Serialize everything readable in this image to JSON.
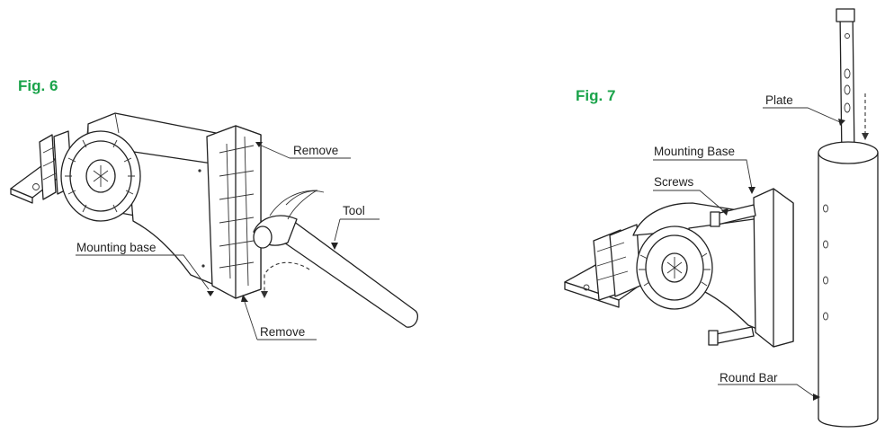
{
  "figures": {
    "fig6": {
      "title": "Fig. 6",
      "labels": {
        "remove_top": "Remove",
        "tool": "Tool",
        "mounting_base": "Mounting base",
        "remove_bottom": "Remove"
      }
    },
    "fig7": {
      "title": "Fig. 7",
      "labels": {
        "plate": "Plate",
        "mounting_base": "Mounting Base",
        "screws": "Screws",
        "round_bar": "Round Bar"
      }
    }
  },
  "colors": {
    "fig_title": "#1aa34a",
    "line": "#222222",
    "background": "#ffffff"
  }
}
